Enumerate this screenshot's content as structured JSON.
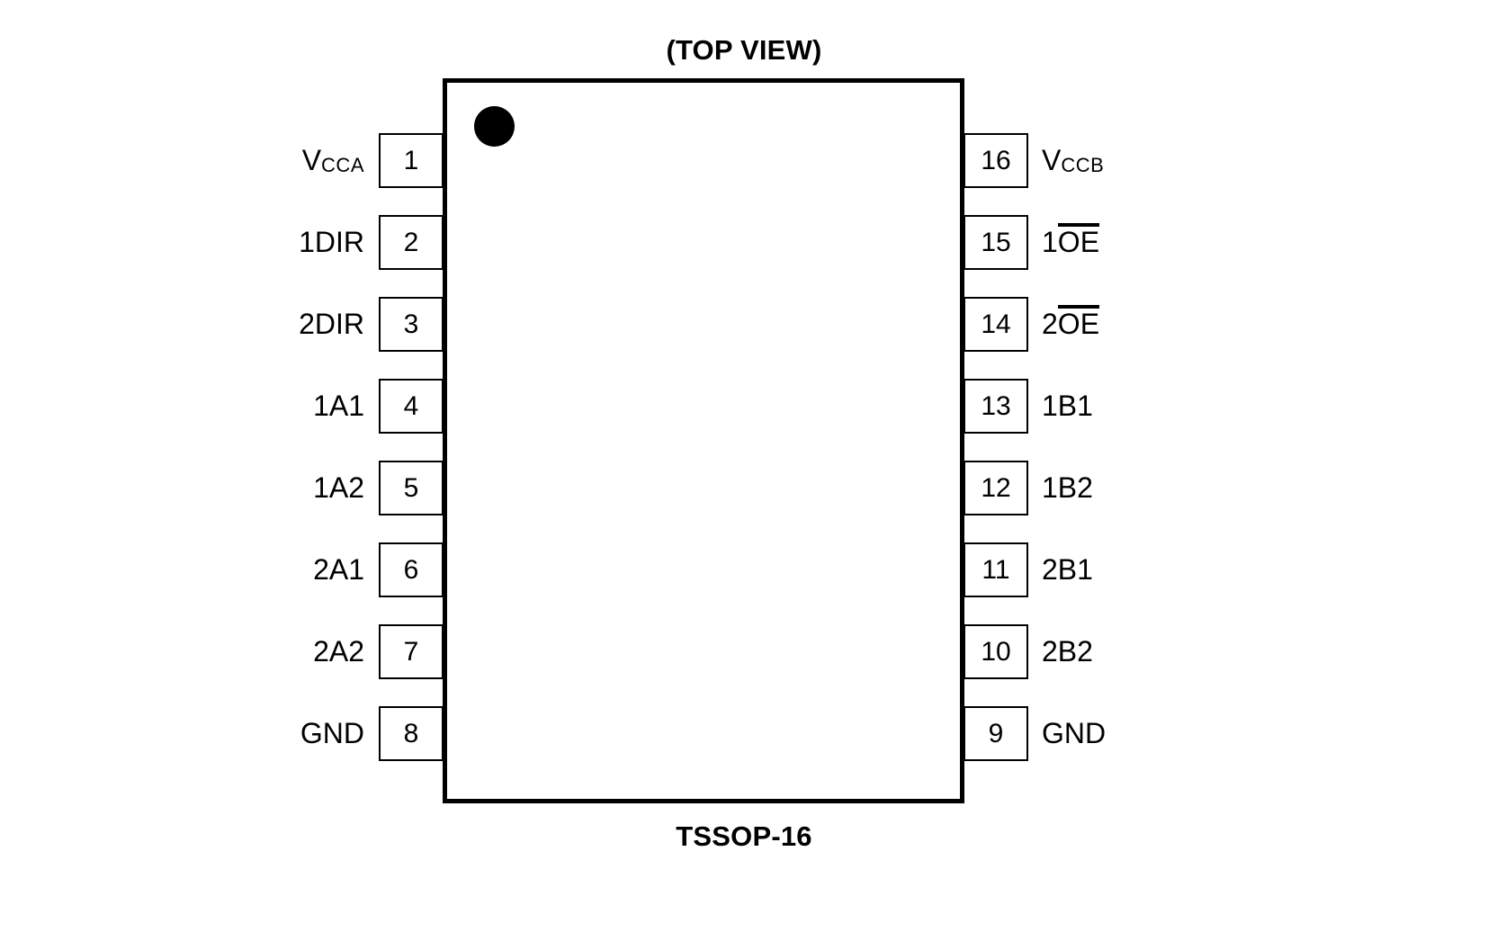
{
  "diagram": {
    "title": "(TOP VIEW)",
    "package_caption": "TSSOP-16",
    "pin1_marker": "pin1-dot",
    "colors": {
      "outline": "#000000",
      "background": "#ffffff",
      "text": "#000000"
    },
    "pins_left": [
      {
        "number": "1",
        "name_main": "V",
        "name_sub": "CCA",
        "overbar": ""
      },
      {
        "number": "2",
        "name_main": "1DIR",
        "name_sub": "",
        "overbar": ""
      },
      {
        "number": "3",
        "name_main": "2DIR",
        "name_sub": "",
        "overbar": ""
      },
      {
        "number": "4",
        "name_main": "1A1",
        "name_sub": "",
        "overbar": ""
      },
      {
        "number": "5",
        "name_main": "1A2",
        "name_sub": "",
        "overbar": ""
      },
      {
        "number": "6",
        "name_main": "2A1",
        "name_sub": "",
        "overbar": ""
      },
      {
        "number": "7",
        "name_main": "2A2",
        "name_sub": "",
        "overbar": ""
      },
      {
        "number": "8",
        "name_main": "GND",
        "name_sub": "",
        "overbar": ""
      }
    ],
    "pins_right": [
      {
        "number": "16",
        "name_main": "V",
        "name_sub": "CCB",
        "overbar": ""
      },
      {
        "number": "15",
        "name_main": "1",
        "name_sub": "",
        "overbar": "OE"
      },
      {
        "number": "14",
        "name_main": "2",
        "name_sub": "",
        "overbar": "OE"
      },
      {
        "number": "13",
        "name_main": "1B1",
        "name_sub": "",
        "overbar": ""
      },
      {
        "number": "12",
        "name_main": "1B2",
        "name_sub": "",
        "overbar": ""
      },
      {
        "number": "11",
        "name_main": "2B1",
        "name_sub": "",
        "overbar": ""
      },
      {
        "number": "10",
        "name_main": "2B2",
        "name_sub": "",
        "overbar": ""
      },
      {
        "number": "9",
        "name_main": "GND",
        "name_sub": "",
        "overbar": ""
      }
    ]
  }
}
